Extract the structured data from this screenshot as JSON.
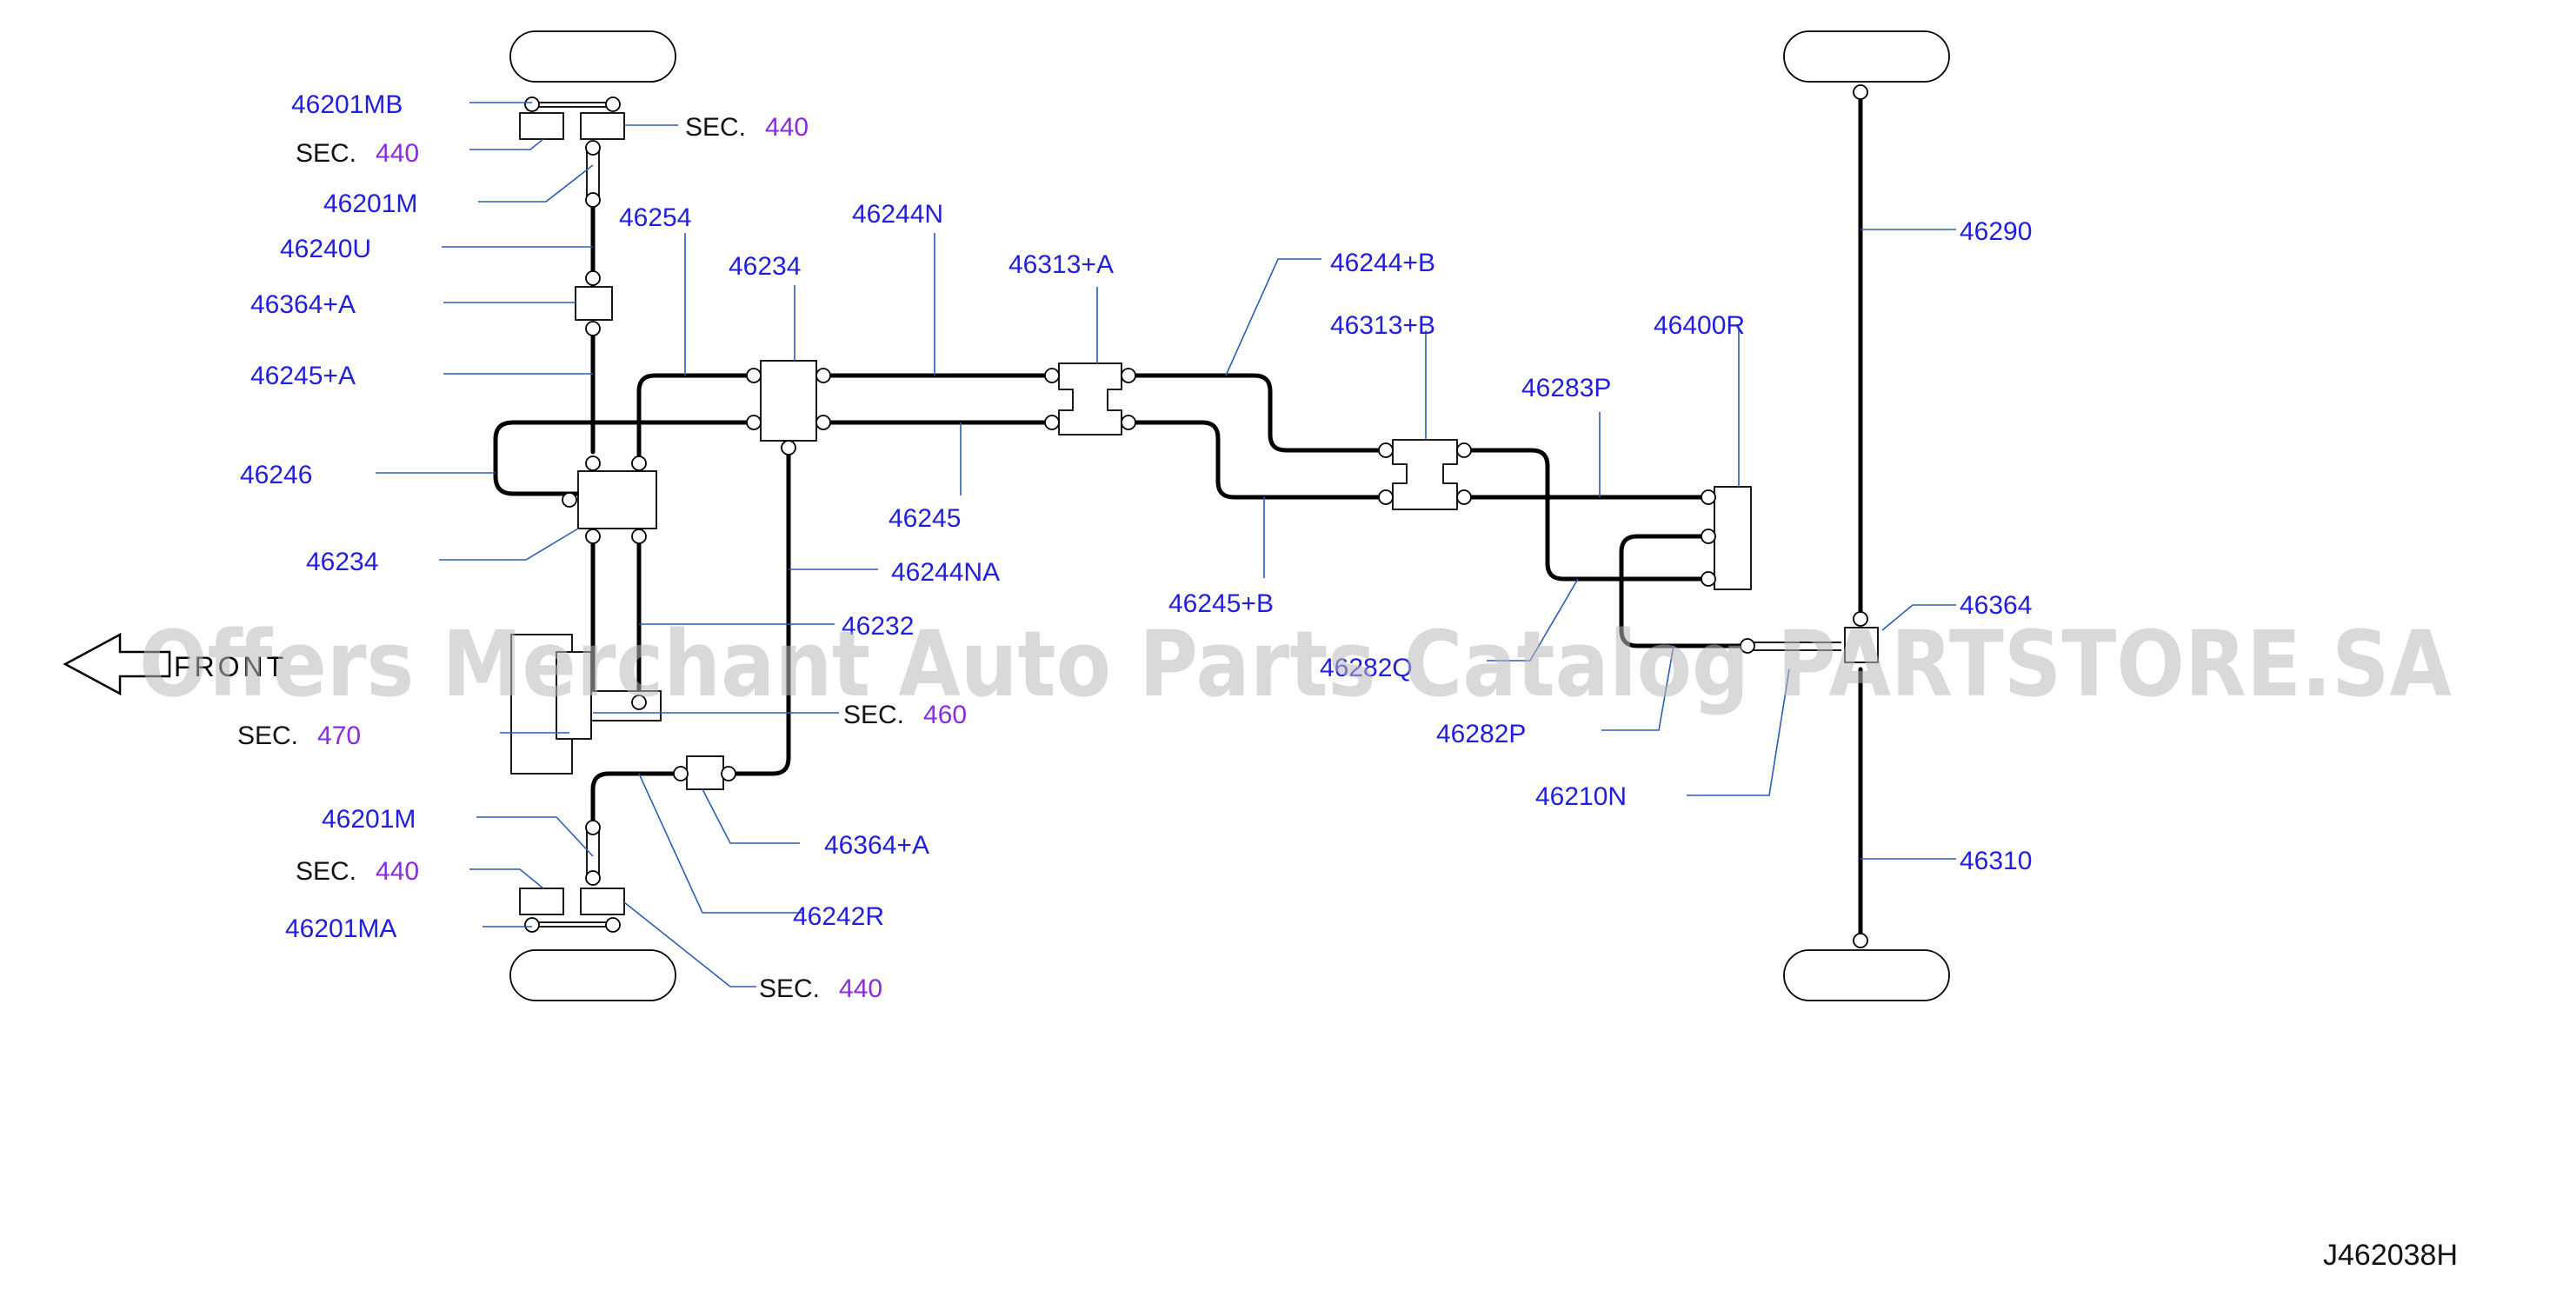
{
  "labels": {
    "l46201MB": "46201MB",
    "l46201M_top": "46201M",
    "l46240U": "46240U",
    "l46254": "46254",
    "l46364A_top": "46364+A",
    "l46245A": "46245+A",
    "l46246": "46246",
    "l46234_left": "46234",
    "l46234_center": "46234",
    "l46244N": "46244N",
    "l46313A": "46313+A",
    "l46244B": "46244+B",
    "l46313B": "46313+B",
    "l46400R": "46400R",
    "l46283P": "46283P",
    "l46245": "46245",
    "l46244NA": "46244NA",
    "l46245B": "46245+B",
    "l46232": "46232",
    "l46282Q": "46282Q",
    "l46282P": "46282P",
    "l46210N": "46210N",
    "l46290": "46290",
    "l46364": "46364",
    "l46310": "46310",
    "l46201M_bot": "46201M",
    "l46364A_bot": "46364+A",
    "l46242R": "46242R",
    "l46201MA": "46201MA"
  },
  "sections": {
    "sec_prefix": "SEC.",
    "s440_a": "440",
    "s440_b": "440",
    "s440_c": "440",
    "s440_d": "440",
    "s460": "460",
    "s470": "470"
  },
  "front_label": "FRONT",
  "diagram_code": "J462038H",
  "watermark": "Offers Merchant Auto Parts Catalog PARTSTORE.SA",
  "colors": {
    "label": "#1f1fdd",
    "section_number": "#8a2be2",
    "leader": "#2a5db8",
    "watermark": "#b9b9b9"
  }
}
